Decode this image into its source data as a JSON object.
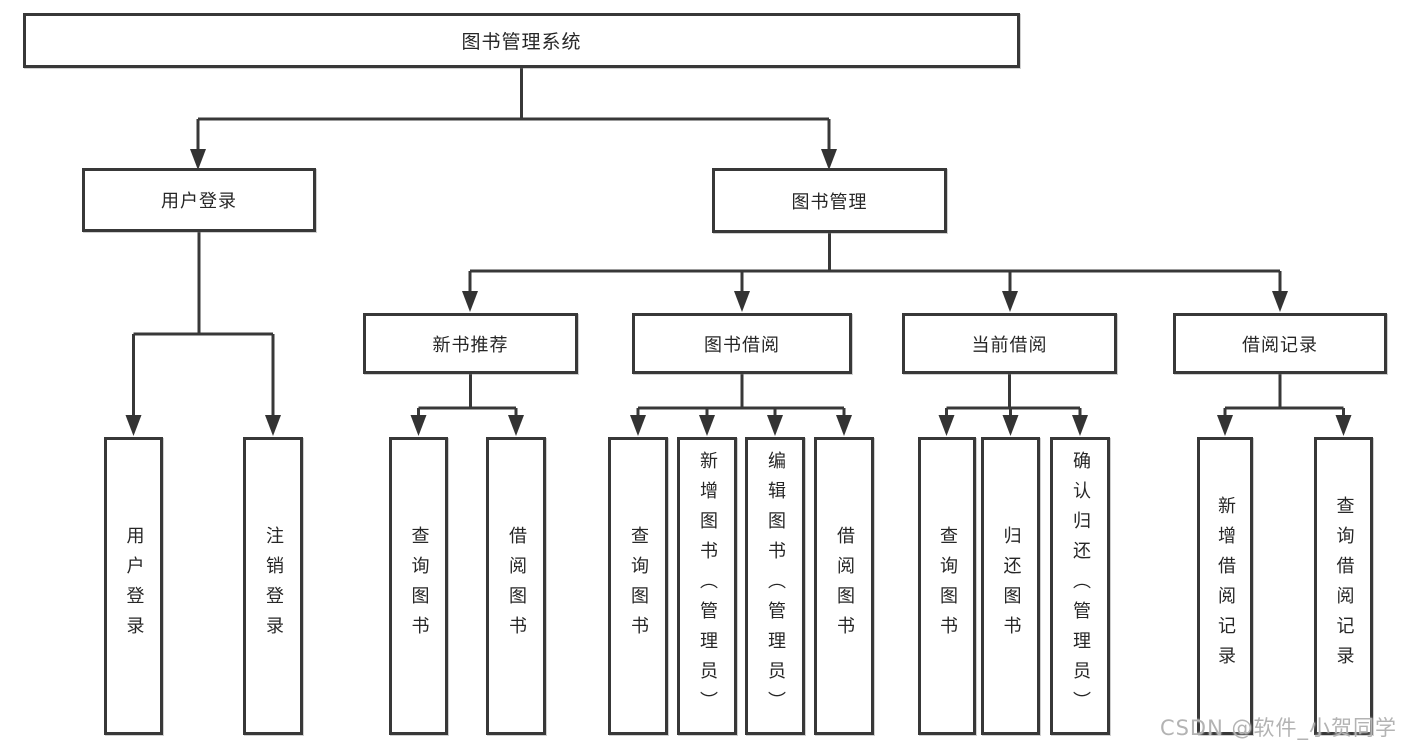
{
  "nodes": {
    "root": "图书管理系统",
    "user_login": "用户登录",
    "book_mgmt": "图书管理",
    "new_books": "新书推荐",
    "book_borrow": "图书借阅",
    "current_borrow": "当前借阅",
    "borrow_records": "借阅记录",
    "ul_login": "用户登录",
    "ul_logout": "注销登录",
    "nb_query": "查询图书",
    "nb_borrow": "借阅图书",
    "bb_query": "查询图书",
    "bb_add": "新增图书（管理员）",
    "bb_edit": "编辑图书（管理员）",
    "bb_borrow": "借阅图书",
    "cb_query": "查询图书",
    "cb_return": "归还图书",
    "cb_confirm": "确认归还（管理员）",
    "br_add": "新增借阅记录",
    "br_query": "查询借阅记录"
  },
  "watermark": "CSDN @软件_小贺同学",
  "colors": {
    "line": "#383838",
    "box_border": "#383838",
    "text": "#262626",
    "watermark": "#b3b3b3"
  }
}
